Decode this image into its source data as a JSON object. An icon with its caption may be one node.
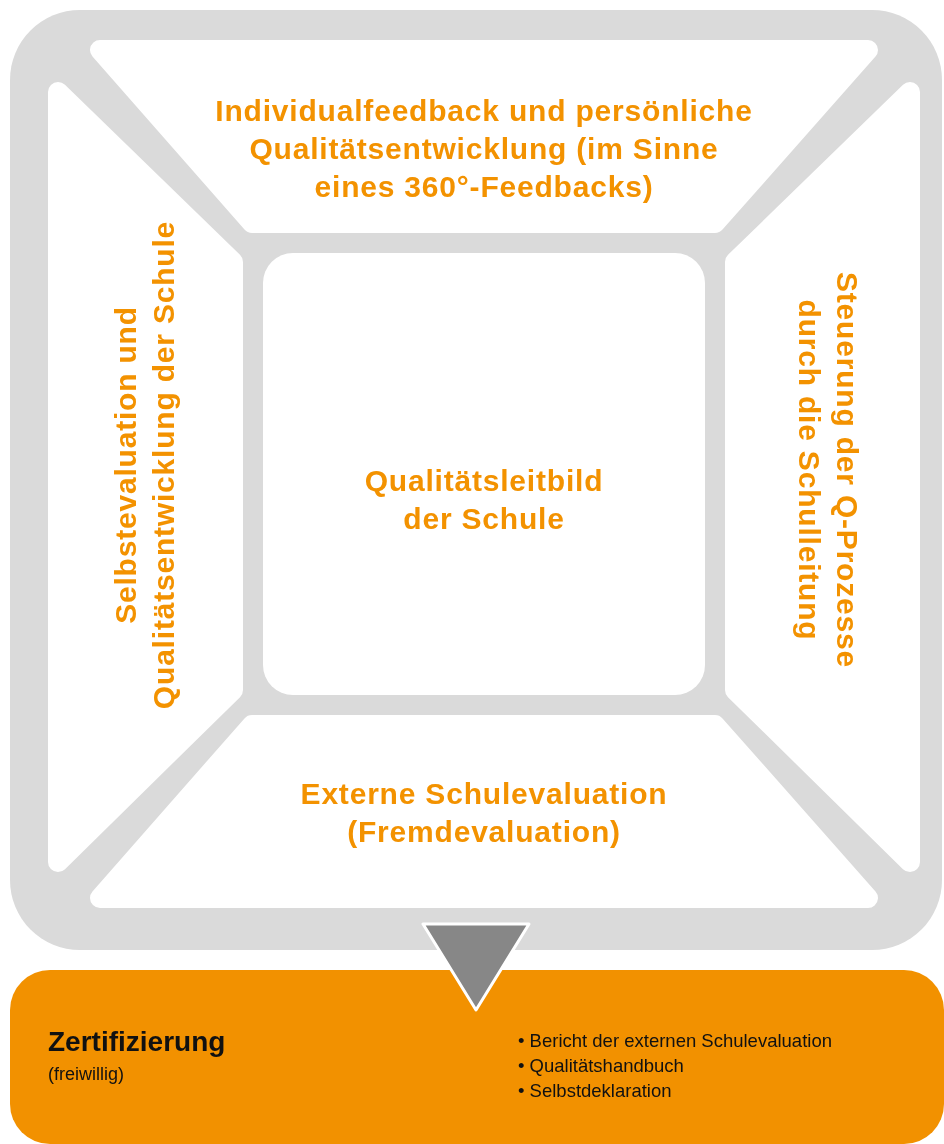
{
  "diagram": {
    "nodes": [
      {
        "text": [],
        "shape": "box"
      },
      {
        "text": [
          "Individualfeedback und persönliche Qualitätsentwicklung (im Sinne eines 360°-Feedbacks)"
        ],
        "in": 0
      },
      {
        "text": [
          "Selbstevaluation und Qualitätsentwicklung der Schule"
        ],
        "in": 0
      },
      {
        "text": [
          "Qualitätsleitbild der Schule"
        ],
        "in": 0
      },
      {
        "text": [
          "Steuerung der Q-Prozesse durch die Schulleitung"
        ],
        "in": 0
      },
      {
        "text": [
          "Externe Schulevaluation (Fremdevaluation)"
        ],
        "in": 0
      },
      {
        "text": [
          "Zertifizierung",
          "(freiwillig)",
          "• Bericht der externen Schulevaluation",
          "• Qualitätshandbuch",
          "• Selbstdeklaration"
        ]
      }
    ],
    "edges": [
      {
        "from": 0,
        "to": 6,
        "arrow": "to"
      }
    ]
  }
}
